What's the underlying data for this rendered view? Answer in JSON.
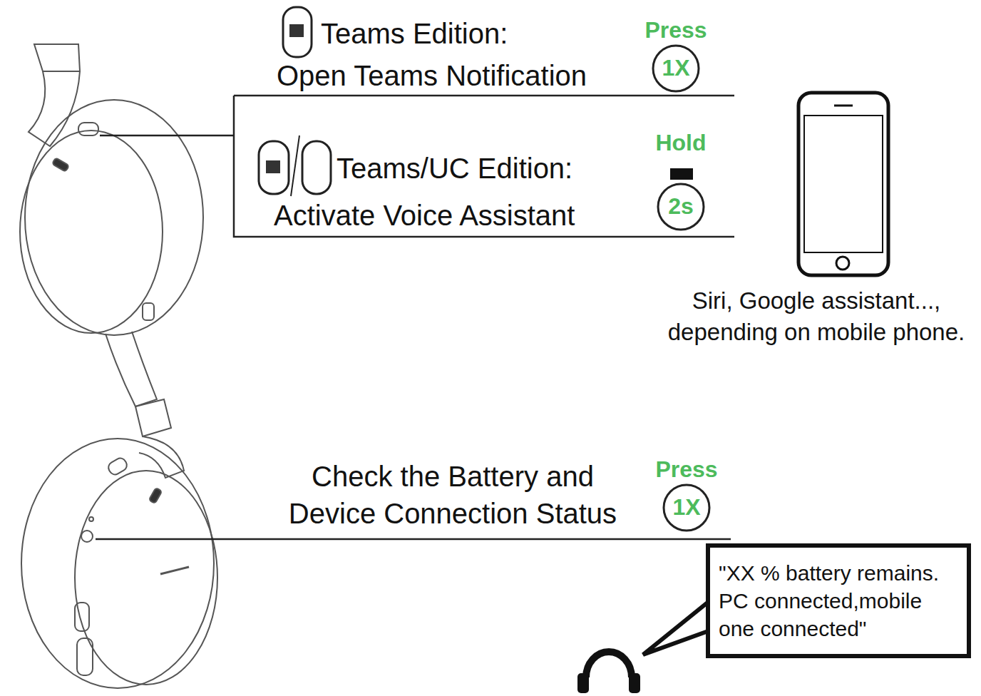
{
  "diagram": {
    "nodes": [
      {
        "text": [
          "Press",
          "1X"
        ]
      },
      {
        "text": [
          "Hold",
          "2s"
        ]
      },
      {
        "text": [
          "Press",
          "1X"
        ]
      },
      {
        "text": [
          "\"XX % battery remains. PC connected,mobile one connected\""
        ]
      }
    ],
    "labels": [
      "Teams Edition:",
      "Open Teams Notification",
      "Teams/UC Edition:",
      "Activate Voice Assistant",
      "Siri, Google assistant..., depending on mobile phone.",
      "Check the Battery and Device Connection Status"
    ]
  }
}
